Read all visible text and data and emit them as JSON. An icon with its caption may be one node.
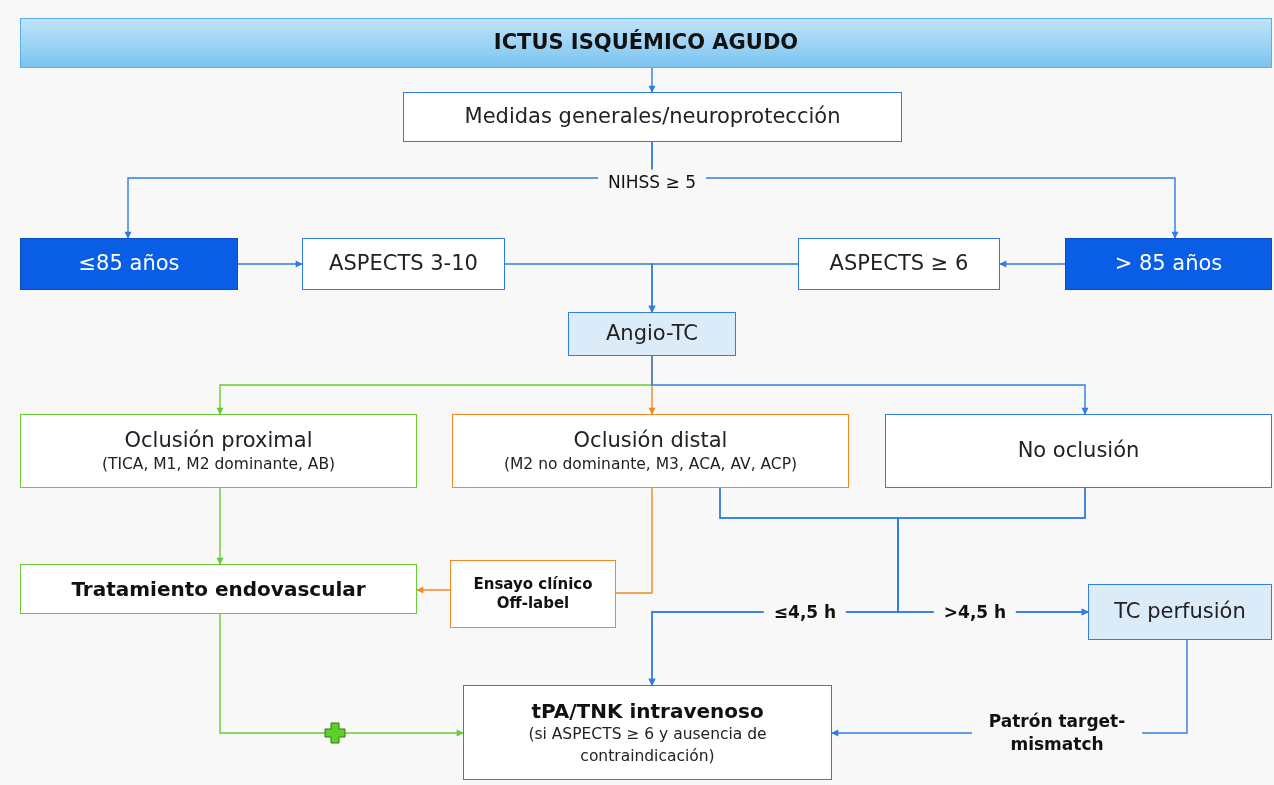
{
  "diagram": {
    "nodes": [
      {
        "text": [
          "ICTUS ISQUÉMICO AGUDO"
        ]
      },
      {
        "text": [
          "Medidas generales/neuroprotección"
        ]
      },
      {
        "text": [
          "≤85 años"
        ]
      },
      {
        "text": [
          "ASPECTS 3-10"
        ]
      },
      {
        "text": [
          "ASPECTS ≥ 6"
        ]
      },
      {
        "text": [
          "> 85 años"
        ]
      },
      {
        "text": [
          "Angio-TC"
        ]
      },
      {
        "text": [
          "Oclusión proximal",
          "(TICA, M1, M2 dominante, AB)"
        ]
      },
      {
        "text": [
          "Oclusión distal",
          "(M2 no dominante, M3, ACA, AV, ACP)"
        ]
      },
      {
        "text": [
          "No oclusión"
        ]
      },
      {
        "text": [
          "Tratamiento endovascular"
        ]
      },
      {
        "text": [
          "Ensayo clínico Off-label"
        ]
      },
      {
        "text": [
          "tPA/TNK intravenoso",
          "(si ASPECTS ≥ 6 y ausencia de contraindicación)"
        ]
      },
      {
        "text": [
          "TC perfusión"
        ]
      }
    ],
    "edges": [
      {
        "from": 0,
        "to": 1,
        "arrow": "to"
      },
      {
        "from": 1,
        "to": 2,
        "arrow": "to",
        "label": "NIHSS ≥ 5"
      },
      {
        "from": 1,
        "to": 5,
        "arrow": "to"
      },
      {
        "from": 2,
        "to": 3,
        "arrow": "to"
      },
      {
        "from": 5,
        "to": 4,
        "arrow": "to"
      },
      {
        "from": 3,
        "to": 6,
        "arrow": "to"
      },
      {
        "from": 4,
        "to": 6,
        "arrow": "to"
      },
      {
        "from": 6,
        "to": 7,
        "arrow": "to",
        "color": "#66cc33"
      },
      {
        "from": 6,
        "to": 8,
        "arrow": "to",
        "color": "#f08a24"
      },
      {
        "from": 6,
        "to": 9,
        "arrow": "to"
      },
      {
        "from": 7,
        "to": 10,
        "arrow": "to",
        "color": "#66cc33"
      },
      {
        "from": 8,
        "to": 11,
        "arrow": "none",
        "color": "#f08a24"
      },
      {
        "from": 11,
        "to": 10,
        "arrow": "to",
        "color": "#f08a24"
      },
      {
        "from": 10,
        "to": 12,
        "arrow": "to",
        "color": "#66cc33"
      },
      {
        "from": 8,
        "to": 12,
        "arrow": "to",
        "label": "≤4,5 h"
      },
      {
        "from": 9,
        "to": 12,
        "arrow": "to"
      },
      {
        "from": 8,
        "to": 13,
        "arrow": "to",
        "label": ">4,5 h"
      },
      {
        "from": 9,
        "to": 13,
        "arrow": "to"
      },
      {
        "from": 13,
        "to": 12,
        "arrow": "to",
        "label": "Patrón target-mismatch"
      }
    ]
  }
}
